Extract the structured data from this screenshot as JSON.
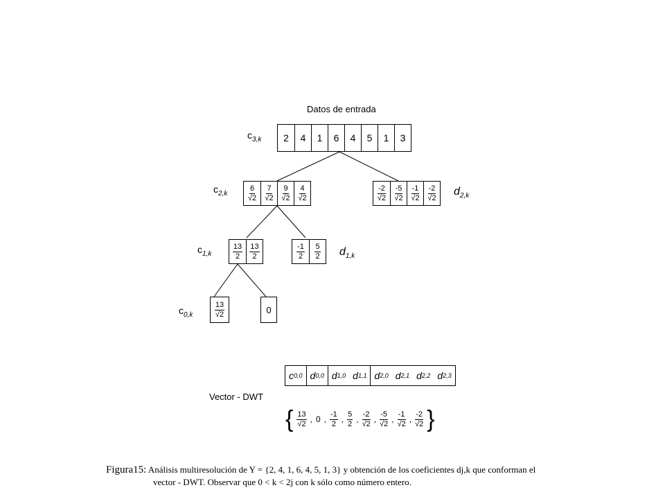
{
  "title": "Datos de entrada",
  "levels": {
    "c3": {
      "label": "c",
      "sub": "3,k",
      "values": [
        "2",
        "4",
        "1",
        "6",
        "4",
        "5",
        "1",
        "3"
      ]
    },
    "c2": {
      "label": "c",
      "sub": "2,k",
      "nums": [
        "6",
        "7",
        "9",
        "4"
      ],
      "den": "√2"
    },
    "d2": {
      "label": "d",
      "sub": "2,k",
      "nums": [
        "-2",
        "-5",
        "-1",
        "-2"
      ],
      "den": "√2"
    },
    "c1": {
      "label": "c",
      "sub": "1,k",
      "nums": [
        "13",
        "13"
      ],
      "den": "2"
    },
    "d1": {
      "label": "d",
      "sub": "1,k",
      "nums": [
        "-1",
        "5"
      ],
      "den": "2"
    },
    "c0": {
      "label": "c",
      "sub": "0,k",
      "num": "13",
      "den": "√2"
    },
    "d0": {
      "value": "0"
    }
  },
  "vector": {
    "label": "Vector - DWT",
    "cells": [
      {
        "sym": "c",
        "sub": "0,0"
      },
      {
        "sym": "d",
        "sub": "0,0"
      },
      {
        "sym": "d",
        "sub": "1,0"
      },
      {
        "sym": "d",
        "sub": "1,1"
      },
      {
        "sym": "d",
        "sub": "2,0"
      },
      {
        "sym": "d",
        "sub": "2,1"
      },
      {
        "sym": "d",
        "sub": "2,2"
      },
      {
        "sym": "d",
        "sub": "2,3"
      }
    ],
    "coefficients": [
      {
        "num": "13",
        "den": "√2"
      },
      {
        "plain": "0"
      },
      {
        "num": "-1",
        "den": "2"
      },
      {
        "num": "5",
        "den": "2"
      },
      {
        "num": "-2",
        "den": "√2"
      },
      {
        "num": "-5",
        "den": "√2"
      },
      {
        "num": "-1",
        "den": "√2"
      },
      {
        "num": "-2",
        "den": "√2"
      }
    ],
    "brace_open": "{",
    "brace_close": "}",
    "separator": ","
  },
  "caption": {
    "figure": "Figura15:",
    "line1": "Análisis multiresolución de Y = {2, 4, 1, 6, 4, 5, 1, 3} y obtención de los coeficientes dj,k que conforman el",
    "line2": "vector - DWT. Observar que 0 < k < 2j con k sólo como número entero."
  }
}
